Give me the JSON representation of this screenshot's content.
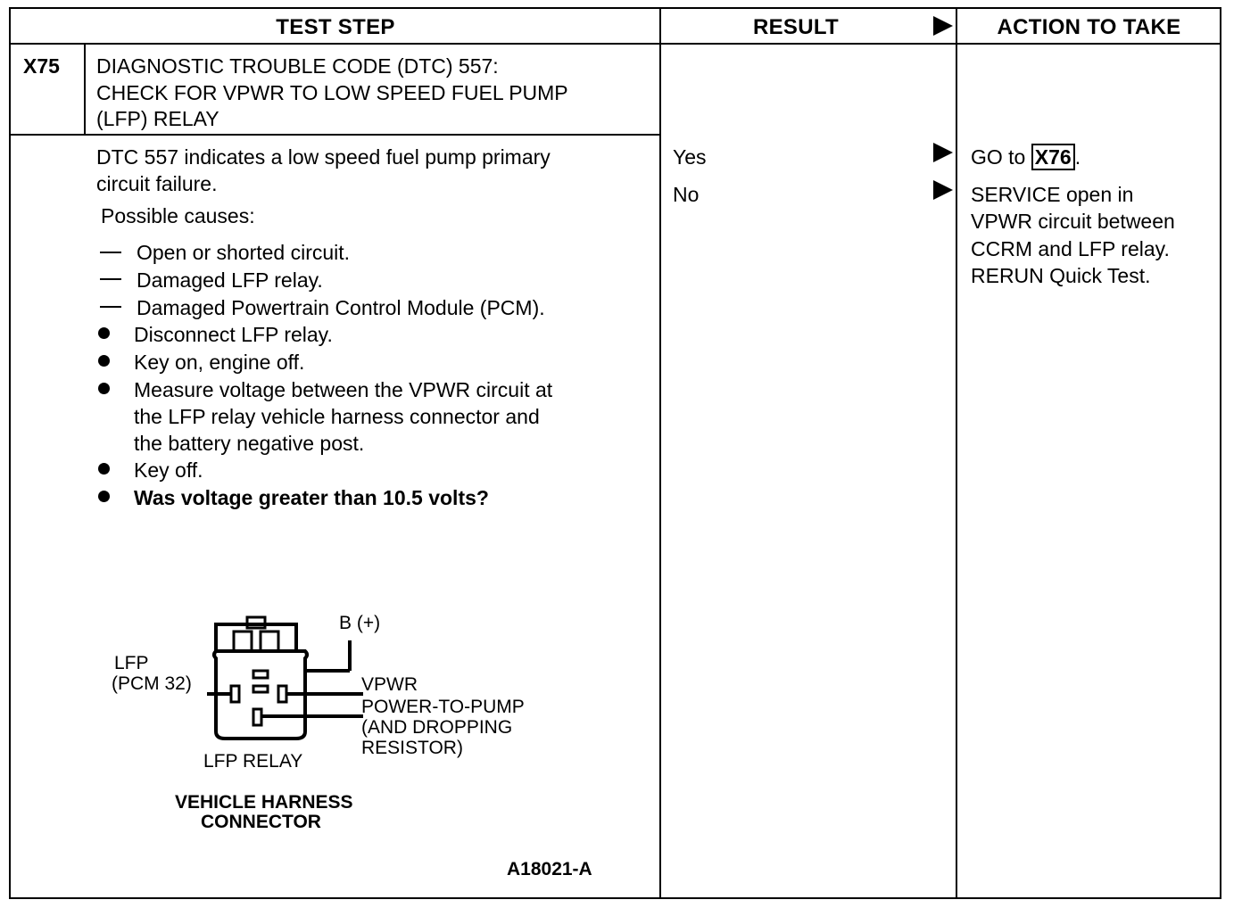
{
  "header": {
    "test_step": "TEST STEP",
    "result": "RESULT",
    "action": "ACTION TO TAKE"
  },
  "step": {
    "id": "X75",
    "title_lines": [
      "DIAGNOSTIC TROUBLE CODE (DTC) 557:",
      "CHECK FOR VPWR TO LOW SPEED FUEL PUMP",
      "(LFP) RELAY"
    ],
    "intro_lines": [
      "DTC 557 indicates a low speed fuel pump primary",
      "circuit failure."
    ],
    "possible_causes_label": "Possible causes:",
    "causes": [
      "Open or shorted circuit.",
      "Damaged LFP relay.",
      "Damaged Powertrain Control Module (PCM)."
    ],
    "instructions": [
      "Disconnect LFP relay.",
      "Key on, engine off.",
      "Measure voltage between the VPWR circuit at",
      "the LFP relay vehicle harness connector and",
      "the battery negative post.",
      "Key off.",
      "Was voltage greater than 10.5 volts?"
    ]
  },
  "results": [
    "Yes",
    "No"
  ],
  "actions": {
    "yes_prefix": "GO to",
    "yes_ref": "X76",
    "yes_suffix": ".",
    "no_lines": [
      "SERVICE open in",
      "VPWR circuit between",
      "CCRM and LFP relay.",
      "RERUN Quick Test."
    ]
  },
  "diagram": {
    "label_b": "B (+)",
    "label_lfp": "LFP",
    "label_pcm": "(PCM 32)",
    "label_vpwr": "VPWR",
    "label_power": [
      "POWER-TO-PUMP",
      "(AND DROPPING",
      "RESISTOR)"
    ],
    "label_relay": "LFP RELAY",
    "caption_lines": [
      "VEHICLE HARNESS",
      "CONNECTOR"
    ],
    "figure_id": "A18021-A"
  }
}
